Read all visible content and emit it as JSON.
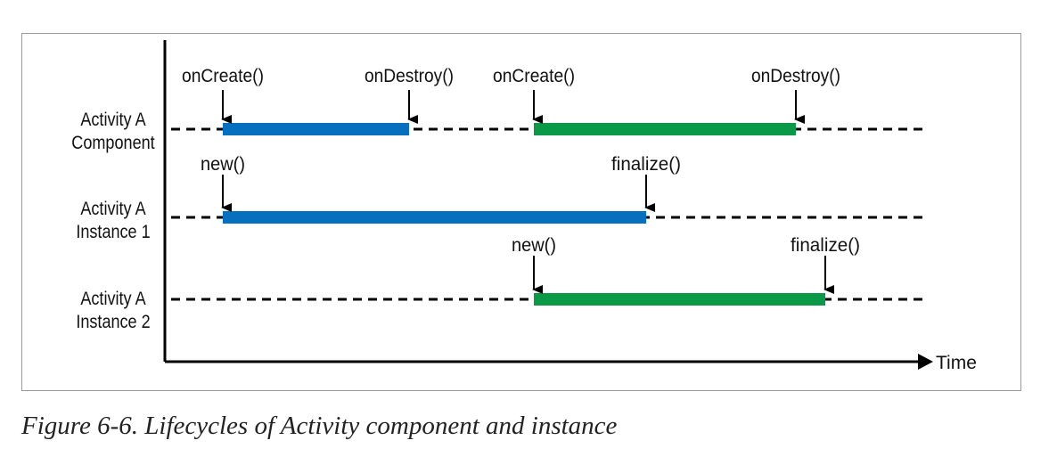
{
  "colors": {
    "blue": "#0670be",
    "green": "#0a9a47",
    "axis": "#000000",
    "frame": "#9a9a9a"
  },
  "rows": {
    "component": {
      "line1": "Activity A",
      "line2": "Component"
    },
    "instance1": {
      "line1": "Activity A",
      "line2": "Instance 1"
    },
    "instance2": {
      "line1": "Activity A",
      "line2": "Instance 2"
    }
  },
  "events": {
    "comp_create_1": "onCreate()",
    "comp_destroy_1": "onDestroy()",
    "comp_create_2": "onCreate()",
    "comp_destroy_2": "onDestroy()",
    "inst1_new": "new()",
    "inst1_finalize": "finalize()",
    "inst2_new": "new()",
    "inst2_finalize": "finalize()"
  },
  "axis": {
    "x_label": "Time"
  },
  "caption": "Figure 6-6. Lifecycles of Activity component and instance"
}
